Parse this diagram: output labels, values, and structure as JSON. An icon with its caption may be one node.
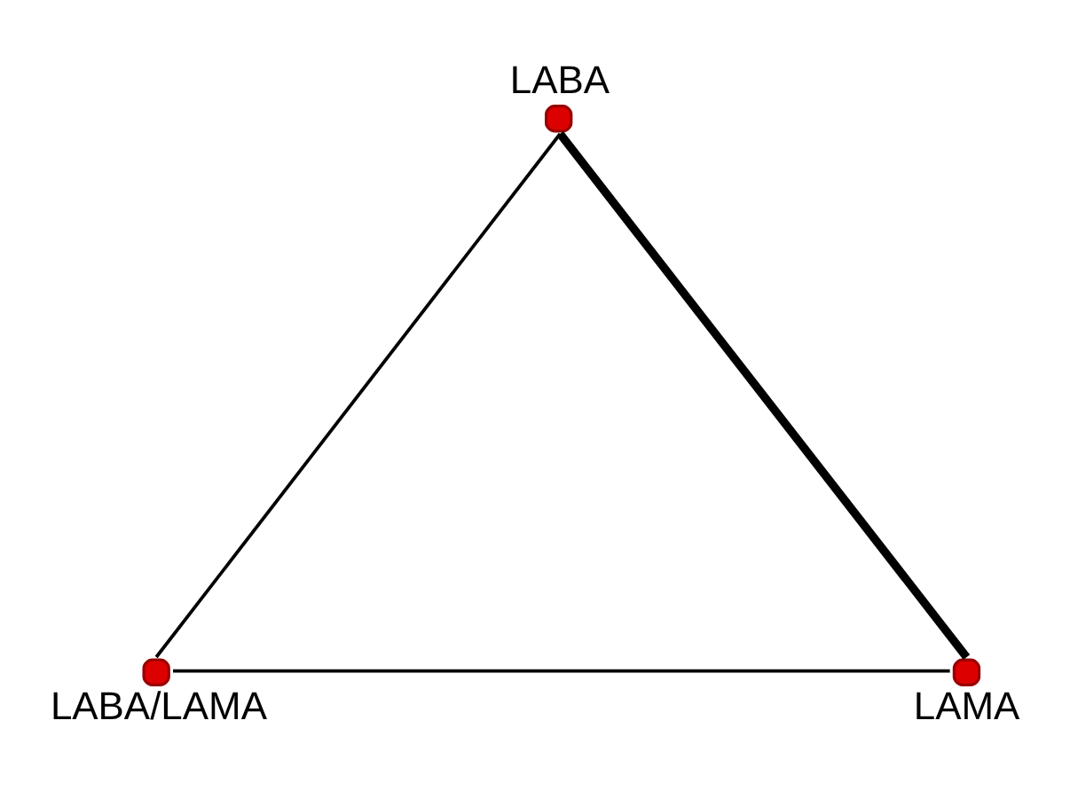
{
  "diagram": {
    "nodes": [
      {
        "text": [],
        "shape": "circle",
        "beside": [
          "LABA"
        ]
      },
      {
        "text": [],
        "shape": "circle",
        "beside": [
          "LABA/LAMA"
        ]
      },
      {
        "text": [],
        "shape": "circle",
        "beside": [
          "LAMA"
        ]
      }
    ],
    "edges": [
      {
        "from": 0,
        "to": 1,
        "arrow": "none"
      },
      {
        "from": 0,
        "to": 2,
        "arrow": "none",
        "style": "thick"
      },
      {
        "from": 1,
        "to": 2,
        "arrow": "none"
      }
    ]
  }
}
